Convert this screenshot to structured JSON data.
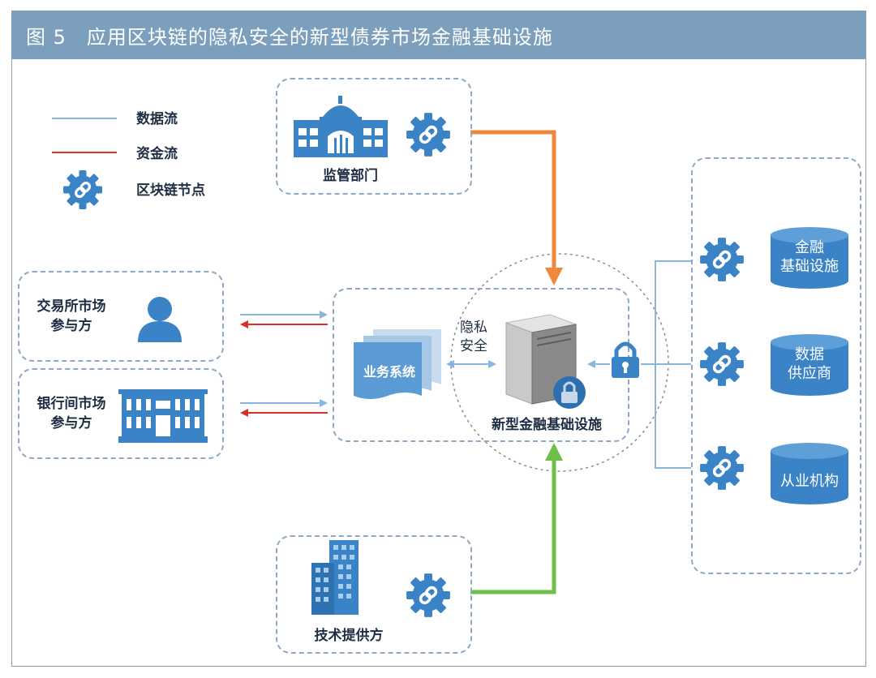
{
  "header": {
    "title": "图 5　应用区块链的隐私安全的新型债券市场金融基础设施"
  },
  "legend": {
    "data_flow": "数据流",
    "fund_flow": "资金流",
    "node": "区块链节点"
  },
  "colors": {
    "header_bg": "#7b9fbd",
    "data_flow": "#8ab6dd",
    "fund_flow": "#d9302c",
    "regulator_arrow": "#f0883c",
    "tech_arrow": "#6cc04a",
    "node_blue": "#3a83c6"
  },
  "nodes": {
    "regulator": {
      "label": "监管部门",
      "icons": [
        "government-building-icon",
        "blockchain-node-icon"
      ]
    },
    "exchange": {
      "label": "交易所市场\n参与方",
      "icons": [
        "person-icon"
      ]
    },
    "interbank": {
      "label": "银行间市场\n参与方",
      "icons": [
        "bank-building-icon"
      ]
    },
    "business_system": {
      "label": "业务系统",
      "icons": [
        "documents-icon"
      ]
    },
    "privacy": {
      "label": "隐私\n安全"
    },
    "infrastructure": {
      "label": "新型金融基础设施",
      "icons": [
        "server-lock-icon"
      ]
    },
    "tech_provider": {
      "label": "技术提供方",
      "icons": [
        "office-buildings-icon",
        "blockchain-node-icon"
      ]
    },
    "right_group": [
      {
        "label": "金融\n基础设施",
        "icon": "database-icon"
      },
      {
        "label": "数据\n供应商",
        "icon": "database-icon"
      },
      {
        "label": "从业机构",
        "icon": "database-icon"
      }
    ]
  }
}
